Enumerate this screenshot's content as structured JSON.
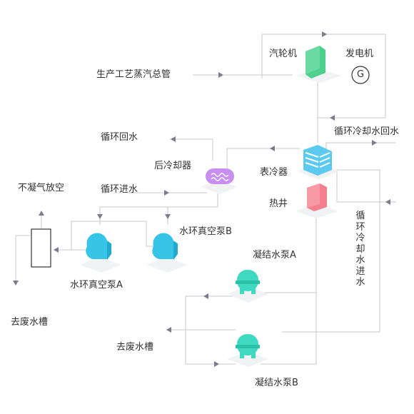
{
  "labels": {
    "steam_main": "生产工艺蒸汽总管",
    "turbine": "汽轮机",
    "generator": "发电机",
    "generator_symbol": "G",
    "circ_return_right": "循环冷却水回水",
    "circ_return_left": "循环回水",
    "after_cooler": "后冷却器",
    "surface_cooler": "表冷器",
    "hotwell": "热井",
    "circ_inlet_left": "循环进水",
    "circ_inlet_right": "循环冷却水进水",
    "noncondensable_vent": "不凝气放空",
    "pump_b": "水环真空泵B",
    "pump_a": "水环真空泵A",
    "waste_tank_1": "去废水槽",
    "cond_pump_a": "凝结水泵A",
    "waste_tank_2": "去废水槽",
    "cond_pump_b": "凝结水泵B"
  },
  "colors": {
    "turbine": "#4dcf8d",
    "generator_ring": "#333333",
    "cooler": "#5cc9ee",
    "after_cooler": "#c98ff0",
    "hotwell": "#f47f8d",
    "vacuum_pump": "#36c5e7",
    "condensate_pump": "#3ed9c0",
    "pipe": "#c8c8cc",
    "arrow": "#7d7c8f"
  },
  "icons": {
    "turbine": "turbine-icon",
    "generator": "generator-icon",
    "surface_cooler": "surface-cooler-icon",
    "after_cooler": "after-cooler-icon",
    "hotwell": "hotwell-icon",
    "vacuum_pump": "water-ring-vacuum-pump-icon",
    "condensate_pump": "condensate-pump-icon",
    "separator": "separator-tank-icon"
  }
}
